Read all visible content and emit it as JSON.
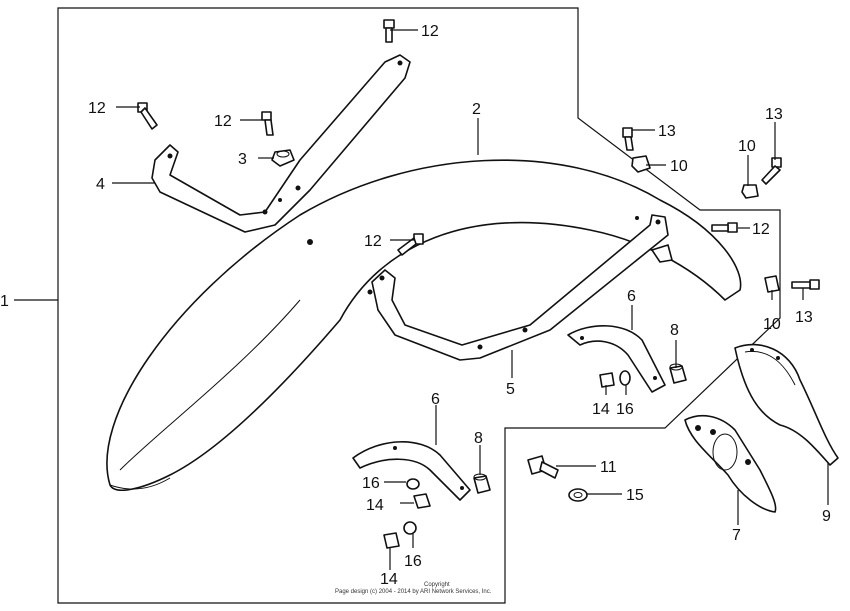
{
  "callouts": {
    "c1": "1",
    "c2": "2",
    "c3": "3",
    "c4": "4",
    "c5": "5",
    "c6a": "6",
    "c6b": "6",
    "c7": "7",
    "c8a": "8",
    "c8b": "8",
    "c9": "9",
    "c10a": "10",
    "c10b": "10",
    "c10c": "10",
    "c11": "11",
    "c12a": "12",
    "c12b": "12",
    "c12c": "12",
    "c12d": "12",
    "c12e": "12",
    "c13a": "13",
    "c13b": "13",
    "c13c": "13",
    "c14a": "14",
    "c14b": "14",
    "c14c": "14",
    "c15": "15",
    "c16a": "16",
    "c16b": "16",
    "c16c": "16"
  },
  "copyright": {
    "line1": "Copyright",
    "line2": "Page design (c) 2004 - 2014 by ARI Network Services, Inc."
  }
}
